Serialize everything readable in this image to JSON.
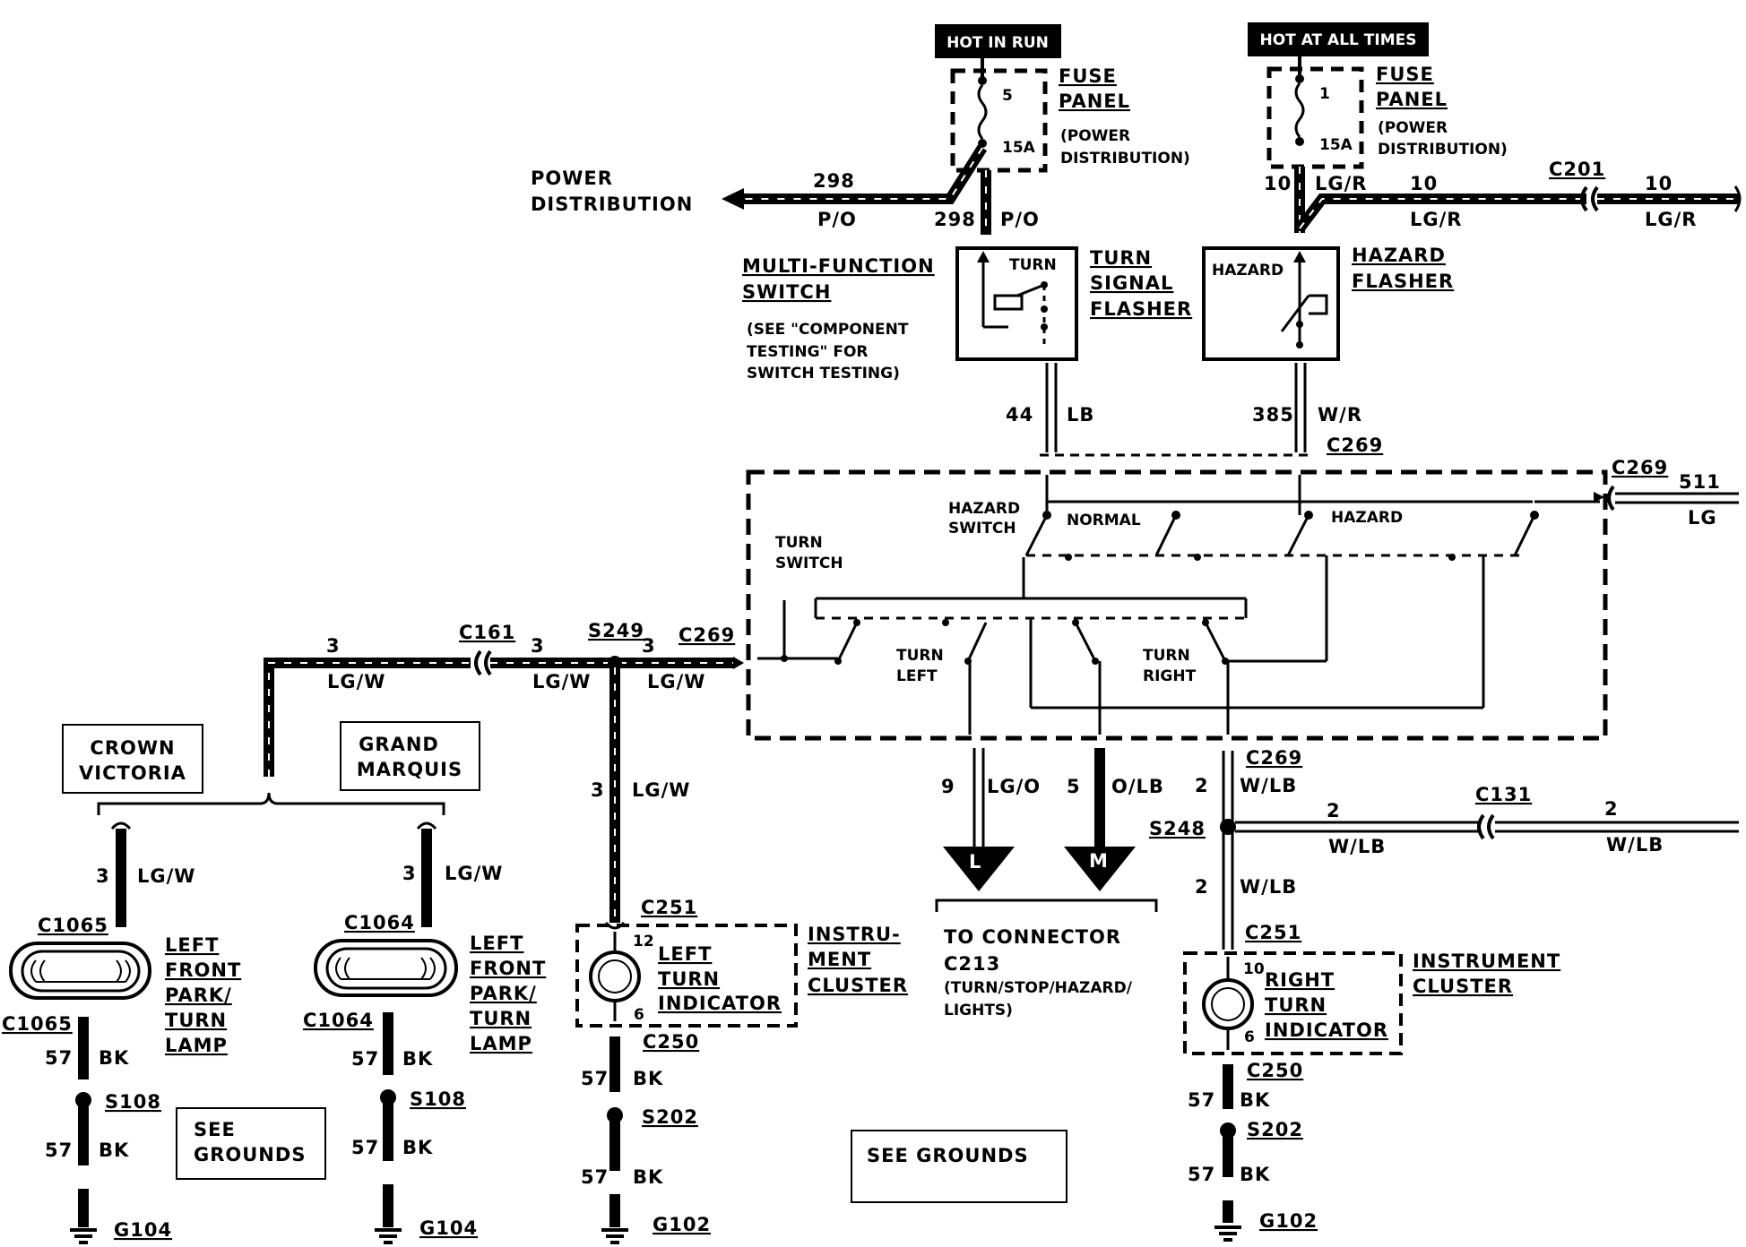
{
  "power_sources": {
    "hot_in_run": "HOT IN RUN",
    "hot_at_all_times": "HOT AT ALL TIMES"
  },
  "fuse_left": {
    "panel": "FUSE",
    "panel2": "PANEL",
    "note1": "(POWER",
    "note2": "DISTRIBUTION)",
    "number": "5",
    "rating": "15A"
  },
  "fuse_right": {
    "panel": "FUSE",
    "panel2": "PANEL",
    "note1": "(POWER",
    "note2": "DISTRIBUTION)",
    "number": "1",
    "rating": "15A"
  },
  "power_distribution": {
    "line1": "POWER",
    "line2": "DISTRIBUTION"
  },
  "wires": {
    "w298a_num": "298",
    "w298a_color": "P/O",
    "w298b_num": "298",
    "w298b_color": "P/O",
    "w10a_num": "10",
    "w10a_color": "LG/R",
    "w10b_num": "10",
    "w10b_color": "LG/R",
    "w10c_num": "10",
    "w10c_color": "LG/R",
    "w44_num": "44",
    "w44_color": "LB",
    "w385_num": "385",
    "w385_color": "W/R",
    "w511_num": "511",
    "w511_color": "LG",
    "w3a_num": "3",
    "w3a_color": "LG/W",
    "w3b_num": "3",
    "w3b_color": "LG/W",
    "w3c_num": "3",
    "w3c_color": "LG/W",
    "w3d_num": "3",
    "w3d_color": "LG/W",
    "w3e_num": "3",
    "w3e_color": "LG/W",
    "w3f_num": "3",
    "w3f_color": "LG/W",
    "w9_num": "9",
    "w9_color": "LG/O",
    "w5_num": "5",
    "w5_color": "O/LB",
    "w2a_num": "2",
    "w2a_color": "W/LB",
    "w2b_num": "2",
    "w2b_color": "W/LB",
    "w2c_num": "2",
    "w2c_color": "W/LB",
    "w2d_num": "2",
    "w2d_color": "W/LB",
    "w57a_num": "57",
    "w57a_color": "BK",
    "w57b_num": "57",
    "w57b_color": "BK",
    "w57c_num": "57",
    "w57c_color": "BK",
    "w57d_num": "57",
    "w57d_color": "BK",
    "w57e_num": "57",
    "w57e_color": "BK",
    "w57f_num": "57",
    "w57f_color": "BK",
    "w57g_num": "57",
    "w57g_color": "BK",
    "w57h_num": "57",
    "w57h_color": "BK"
  },
  "connectors": {
    "c201": "C201",
    "c269_top": "C269",
    "c269_right": "C269",
    "c269_left": "C269",
    "c269_bottom": "C269",
    "c161": "C161",
    "s249": "S249",
    "c131": "C131",
    "s248": "S248",
    "c251_left": "C251",
    "c251_right": "C251",
    "c250_left": "C250",
    "c250_right": "C250",
    "c1065_top": "C1065",
    "c1065_bottom": "C1065",
    "c1064_top": "C1064",
    "c1064_bottom": "C1064",
    "s108_left": "S108",
    "s108_right": "S108",
    "s202_left": "S202",
    "s202_right": "S202",
    "g104_left": "G104",
    "g104_right": "G104",
    "g102_left": "G102",
    "g102_right": "G102"
  },
  "components": {
    "mf_switch1": "MULTI-FUNCTION",
    "mf_switch2": "SWITCH",
    "mf_note1": "(SEE \"COMPONENT",
    "mf_note2": "TESTING\" FOR",
    "mf_note3": "SWITCH TESTING)",
    "turn_flasher1": "TURN",
    "turn_flasher2": "SIGNAL",
    "turn_flasher3": "FLASHER",
    "turn_box": "TURN",
    "hazard_box": "HAZARD",
    "hazard_flasher1": "HAZARD",
    "hazard_flasher2": "FLASHER",
    "hazard_switch1": "HAZARD",
    "hazard_switch2": "SWITCH",
    "normal": "NORMAL",
    "hazard": "HAZARD",
    "turn_switch1": "TURN",
    "turn_switch2": "SWITCH",
    "turn_left1": "TURN",
    "turn_left2": "LEFT",
    "turn_right1": "TURN",
    "turn_right2": "RIGHT",
    "crown1": "CROWN",
    "crown2": "VICTORIA",
    "grand1": "GRAND",
    "grand2": "MARQUIS",
    "lfl_a1": "LEFT",
    "lfl_a2": "FRONT",
    "lfl_a3": "PARK/",
    "lfl_a4": "TURN",
    "lfl_a5": "LAMP",
    "lfl_b1": "LEFT",
    "lfl_b2": "FRONT",
    "lfl_b3": "PARK/",
    "lfl_b4": "TURN",
    "lfl_b5": "LAMP",
    "lti1": "LEFT",
    "lti2": "TURN",
    "lti3": "INDICATOR",
    "ic_left1": "INSTRU-",
    "ic_left2": "MENT",
    "ic_left3": "CLUSTER",
    "rti1": "RIGHT",
    "rti2": "TURN",
    "rti3": "INDICATOR",
    "ic_right1": "INSTRUMENT",
    "ic_right2": "CLUSTER",
    "pin12": "12",
    "pin6a": "6",
    "pin10": "10",
    "pin6b": "6",
    "tri_l": "L",
    "tri_m": "M",
    "to_conn1": "TO CONNECTOR",
    "to_conn2": "C213",
    "to_conn3": "(TURN/STOP/HAZARD/",
    "to_conn4": "LIGHTS)",
    "see_grounds_left1": "SEE",
    "see_grounds_left2": "GROUNDS",
    "see_grounds_right": "SEE GROUNDS"
  }
}
